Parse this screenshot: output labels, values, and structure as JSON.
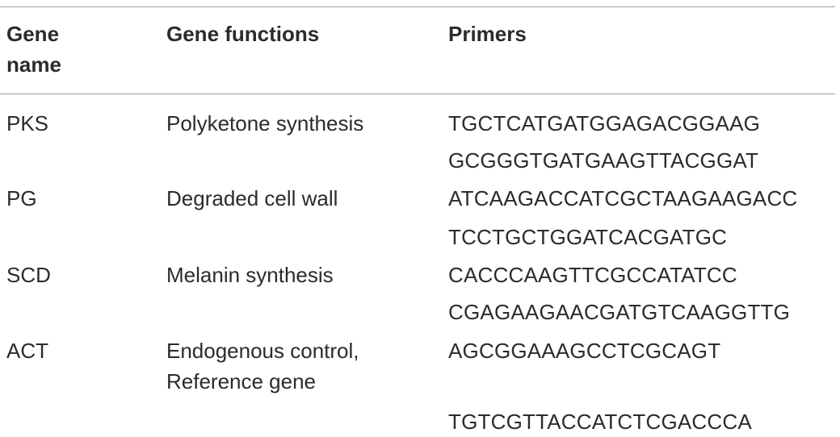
{
  "table": {
    "headers": {
      "gene_name": "Gene name",
      "gene_functions": "Gene functions",
      "primers": "Primers"
    },
    "rows": [
      {
        "name": "PKS",
        "function": "Polyketone synthesis",
        "primers": [
          "TGCTCATGATGGAGACGGAAG",
          "GCGGGTGATGAAGTTACGGAT"
        ]
      },
      {
        "name": "PG",
        "function": "Degraded cell wall",
        "primers": [
          "ATCAAGACCATCGCTAAGAAGACC",
          "TCCTGCTGGATCACGATGC"
        ]
      },
      {
        "name": "SCD",
        "function": "Melanin synthesis",
        "primers": [
          "CACCCAAGTTCGCCATATCC",
          "CGAGAAGAACGATGTCAAGGTTG"
        ]
      },
      {
        "name": "ACT",
        "function": "Endogenous control, Reference gene",
        "primers": [
          "AGCGGAAAGCCTCGCAGT",
          "TGTCGTTACCATCTCGACCCA"
        ]
      }
    ]
  }
}
